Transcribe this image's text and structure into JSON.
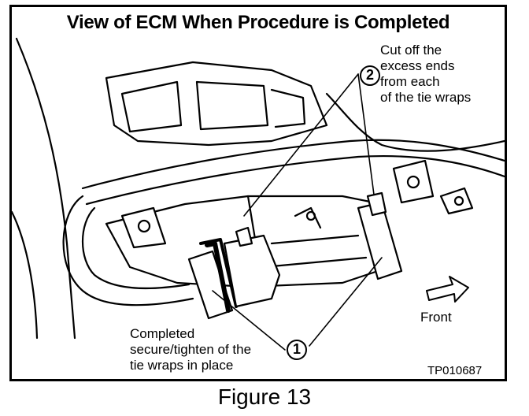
{
  "title": "View of ECM When Procedure is Completed",
  "callouts": {
    "step2": {
      "number": "2",
      "text": "Cut off the\nexcess ends\nfrom each\nof the tie wraps"
    },
    "step1": {
      "number": "1",
      "text": "Completed\nsecure/tighten of the\ntie wraps in place"
    }
  },
  "direction_label": "Front",
  "figure_code": "TP010687",
  "caption": "Figure 13"
}
